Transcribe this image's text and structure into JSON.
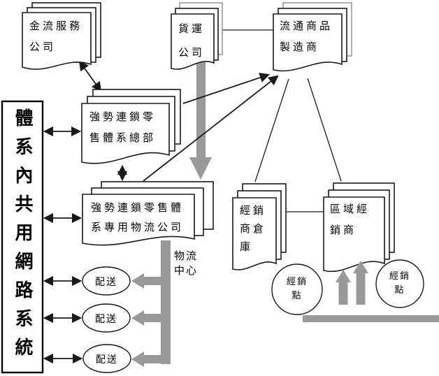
{
  "colors": {
    "accent_gray": "#999999",
    "line_black": "#1a1a1a"
  },
  "network_box": {
    "label": "體系內共用網路系統"
  },
  "nodes": {
    "finance": {
      "line1": "金流服務",
      "line2": "公司"
    },
    "freight": {
      "line1": "貨運",
      "line2": "公司"
    },
    "manufacturer": {
      "line1": "流通商品",
      "line2": "製造商"
    },
    "hq": {
      "line1": "強勢連鎖零",
      "line2": "售體系總部"
    },
    "logistics": {
      "line1": "強勢連鎖零售體",
      "line2": "系專用物流公司"
    },
    "distribution_center": {
      "line1": "物流",
      "line2": "中心"
    },
    "warehouse": {
      "line1": "經銷",
      "line2": "商倉",
      "line3": "庫"
    },
    "regional": {
      "line1": "區域經",
      "line2": "銷商"
    },
    "deliveries": [
      "配送",
      "配送",
      "配送"
    ],
    "outlet_left": {
      "line1": "經銷",
      "line2": "點"
    },
    "outlet_right": {
      "line1": "經銷",
      "line2": "點"
    }
  }
}
